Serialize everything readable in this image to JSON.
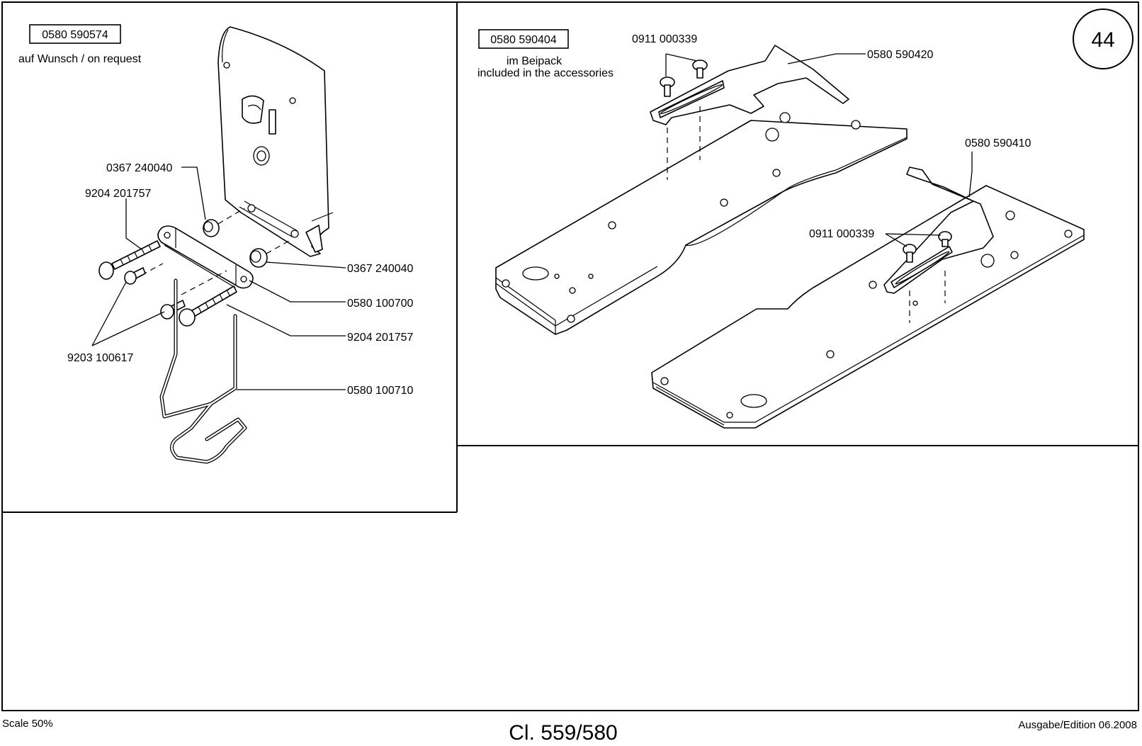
{
  "page_number": "44",
  "left_panel": {
    "kit_number": "0580 590574",
    "kit_note": "auf Wunsch / on request",
    "labels": {
      "spacer_top": "0367 240040",
      "screw_upper": "9204 201757",
      "spacer_right": "0367 240040",
      "bracket": "0580 100700",
      "screw_lower": "9204 201757",
      "small_screws": "9203 100617",
      "wire_guide": "0580 100710"
    }
  },
  "right_panel": {
    "kit_number": "0580 590404",
    "kit_note_de": "im Beipack",
    "kit_note_en": "included in the accessories",
    "labels": {
      "screws_top": "0911 000339",
      "guide_top": "0580 590420",
      "guide_bottom": "0580 590410",
      "screws_bottom": "0911 000339"
    }
  },
  "footer": {
    "scale": "Scale 50%",
    "model": "Cl. 559/580",
    "edition": "Ausgabe/Edition 06.2008"
  }
}
